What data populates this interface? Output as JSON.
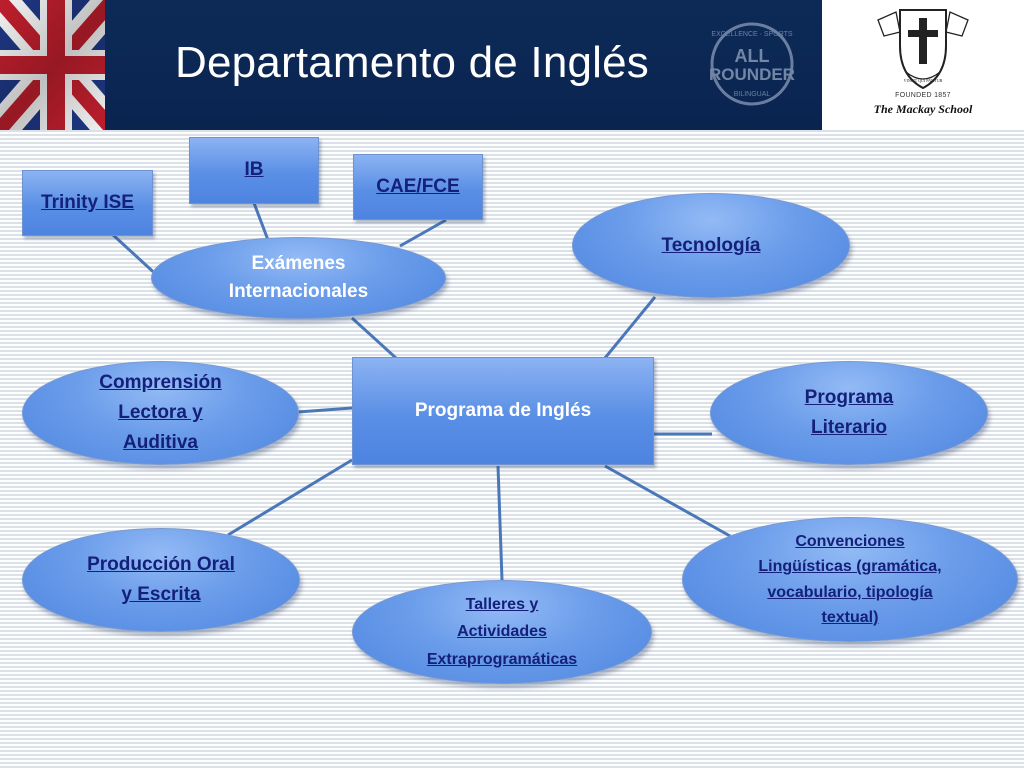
{
  "header": {
    "title": "Departamento de Inglés",
    "badge": {
      "top_text": "EXCELLENCE · SPORTS",
      "line1": "ALL",
      "line2": "ROUNDER",
      "bottom_text": "BILINGUAL"
    },
    "school": {
      "founded": "FOUNDED 1857",
      "name": "The Mackay School",
      "crest_motto": "VINCIT QUI PATITUR"
    }
  },
  "diagram": {
    "center": {
      "label": "Programa de Inglés"
    },
    "exams_hub": {
      "label_line1": "Exámenes",
      "label_line2": "Internacionales"
    },
    "exams": [
      {
        "label": "Trinity ISE"
      },
      {
        "label": "IB"
      },
      {
        "label": "CAE/FCE"
      }
    ],
    "branches": {
      "tecnologia": {
        "lines": [
          "Tecnología"
        ]
      },
      "comprension": {
        "lines": [
          "Comprensión",
          "Lectora y",
          "Auditiva"
        ]
      },
      "literario": {
        "lines": [
          "Programa",
          "Literario"
        ]
      },
      "produccion": {
        "lines": [
          "Producción Oral",
          "y Escrita"
        ]
      },
      "talleres": {
        "lines": [
          "Talleres y",
          "Actividades",
          "Extraprogramáticas"
        ]
      },
      "convenciones": {
        "lines": [
          "Convenciones",
          "Lingüísticas (gramática,",
          "vocabulario, tipología",
          "textual)"
        ]
      }
    }
  },
  "colors": {
    "header_band": "#0a2450",
    "node_fill": "#5a8fe6",
    "link_text": "#14207a",
    "connector": "#4a77b8"
  }
}
